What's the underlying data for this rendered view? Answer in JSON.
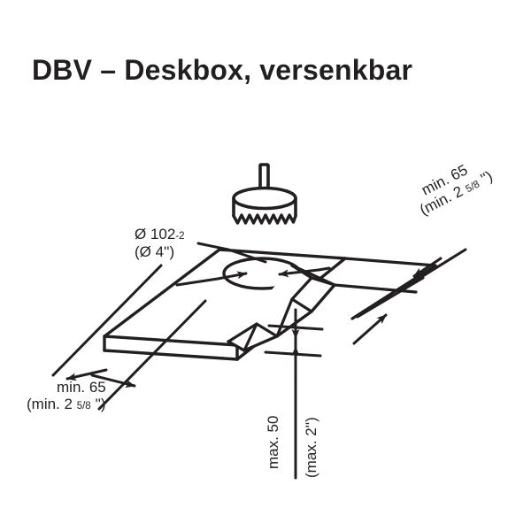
{
  "page": {
    "title": "DBV – Deskbox, versenkbar",
    "background_color": "#ffffff",
    "ink_color": "#231f20"
  },
  "drawing": {
    "type": "isometric-technical-installation-drawing",
    "subject": "Deskbox DBV recessed desk module – worktop cut-out and clearance requirements",
    "parts": [
      {
        "name": "hole-saw",
        "description": "cylindrical hole saw with zigzag cutting teeth and drill arbor shaft"
      },
      {
        "name": "worktop-panel",
        "description": "isometric desk panel slab with visible edge thickness"
      },
      {
        "name": "drilled-hole",
        "description": "elliptical bore in worktop for the Deskbox"
      },
      {
        "name": "deskbox-body",
        "description": "recessed box body extending below the worktop"
      }
    ],
    "dimensions": {
      "diameter": {
        "name": "hole-diameter",
        "metric": "Ø 102",
        "tolerance": "-2",
        "imperial": "(Ø 4'')"
      },
      "clearance_left": {
        "name": "minimum-depth-left",
        "metric": "min. 65",
        "imperial_prefix": "(min. 2",
        "imperial_fraction": "5/8",
        "imperial_suffix": "'')"
      },
      "clearance_right": {
        "name": "minimum-depth-right",
        "metric": "min. 65",
        "imperial_prefix": "(min. 2",
        "imperial_fraction": "5/8",
        "imperial_suffix": "'')"
      },
      "thickness_max": {
        "name": "maximum-worktop-thickness",
        "metric": "max. 50",
        "imperial": "(max. 2'')"
      }
    }
  }
}
